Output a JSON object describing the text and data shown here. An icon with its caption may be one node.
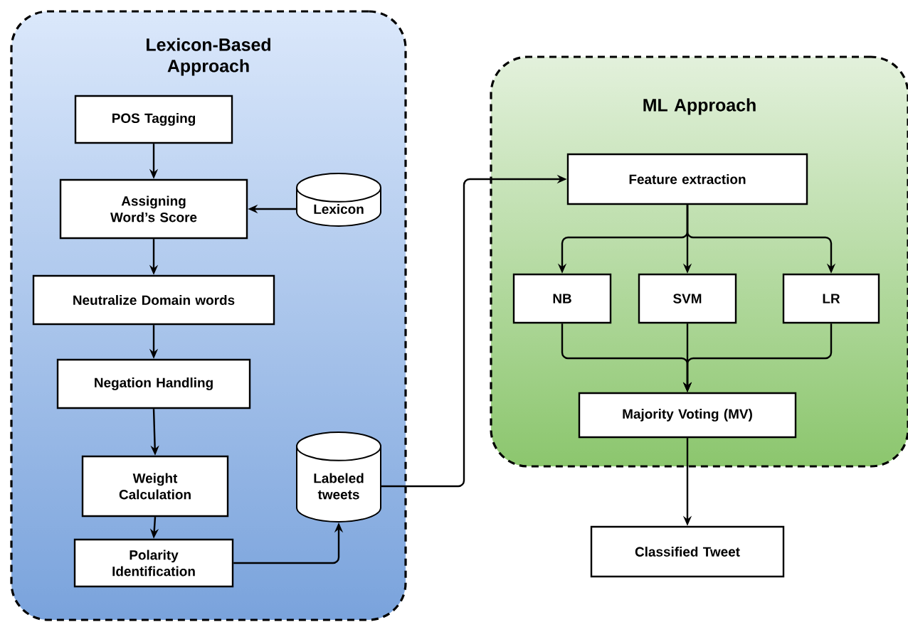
{
  "diagram": {
    "nodes": [
      {
        "text": [
          "Lexicon-Based Approach"
        ]
      },
      {
        "text": [
          "POS Tagging"
        ],
        "in": 0
      },
      {
        "text": [
          "Assigning Word’s Score"
        ],
        "in": 0
      },
      {
        "text": [
          "Lexicon"
        ],
        "in": 0
      },
      {
        "text": [
          "Neutralize Domain words"
        ],
        "in": 0
      },
      {
        "text": [
          "Negation Handling"
        ],
        "in": 0
      },
      {
        "text": [
          "Weight Calculation"
        ],
        "in": 0
      },
      {
        "text": [
          "Polarity Identification"
        ],
        "in": 0
      },
      {
        "text": [
          "Labeled tweets"
        ],
        "in": 0
      },
      {
        "text": [
          "ML Approach"
        ]
      },
      {
        "text": [
          "Feature extraction"
        ],
        "in": 9
      },
      {
        "text": [
          "NB"
        ],
        "in": 9
      },
      {
        "text": [
          "SVM"
        ],
        "in": 9
      },
      {
        "text": [
          "LR"
        ],
        "in": 9
      },
      {
        "text": [
          "Majority Voting (MV)"
        ],
        "in": 9
      },
      {
        "text": [
          "Classified Tweet"
        ]
      }
    ],
    "edges": [
      {
        "from": 1,
        "to": 2,
        "arrow": "to"
      },
      {
        "from": 3,
        "to": 2,
        "arrow": "to"
      },
      {
        "from": 2,
        "to": 4,
        "arrow": "to"
      },
      {
        "from": 4,
        "to": 5,
        "arrow": "to"
      },
      {
        "from": 5,
        "to": 6,
        "arrow": "to"
      },
      {
        "from": 6,
        "to": 7,
        "arrow": "to"
      },
      {
        "from": 7,
        "to": 8,
        "arrow": "to"
      },
      {
        "from": 8,
        "to": 10,
        "arrow": "to"
      },
      {
        "from": 10,
        "to": 11,
        "arrow": "to"
      },
      {
        "from": 10,
        "to": 12,
        "arrow": "to"
      },
      {
        "from": 10,
        "to": 13,
        "arrow": "to"
      },
      {
        "from": 11,
        "to": 14,
        "arrow": "to"
      },
      {
        "from": 12,
        "to": 14,
        "arrow": "to"
      },
      {
        "from": 13,
        "to": 14,
        "arrow": "to"
      },
      {
        "from": 14,
        "to": 15,
        "arrow": "to"
      }
    ]
  }
}
